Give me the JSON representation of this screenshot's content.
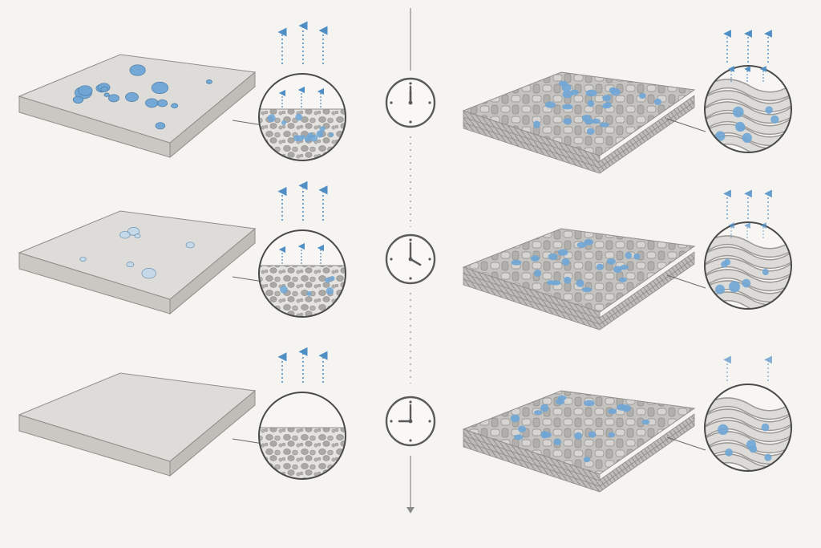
{
  "colors": {
    "background": "#f5f4f1",
    "slab_top": "#dddcd8",
    "slab_side": "#c9c8c3",
    "outline": "#8f8e8a",
    "water": "#6fa6d6",
    "water_light": "#bcd8ef",
    "arrow": "#4f8fc6",
    "fabric": "#b9b8b4",
    "fabric_dark": "#9a9995",
    "clock": "#5a5a5a",
    "timeline": "#8a8a8a"
  },
  "icons": {
    "clock": "clock-icon",
    "evaporation": "up-arrow-icon",
    "timeline_end": "arrow-down-icon"
  },
  "stages": [
    {
      "clock_hours": 0,
      "surface_droplets": 1.0,
      "fabric_moisture": 1.0,
      "evaporation_strength": 1.0
    },
    {
      "clock_hours": 4,
      "surface_droplets": 0.45,
      "fabric_moisture": 0.9,
      "evaporation_strength": 0.7
    },
    {
      "clock_hours": 9,
      "surface_droplets": 0.0,
      "fabric_moisture": 0.85,
      "evaporation_strength": 0.35
    }
  ]
}
